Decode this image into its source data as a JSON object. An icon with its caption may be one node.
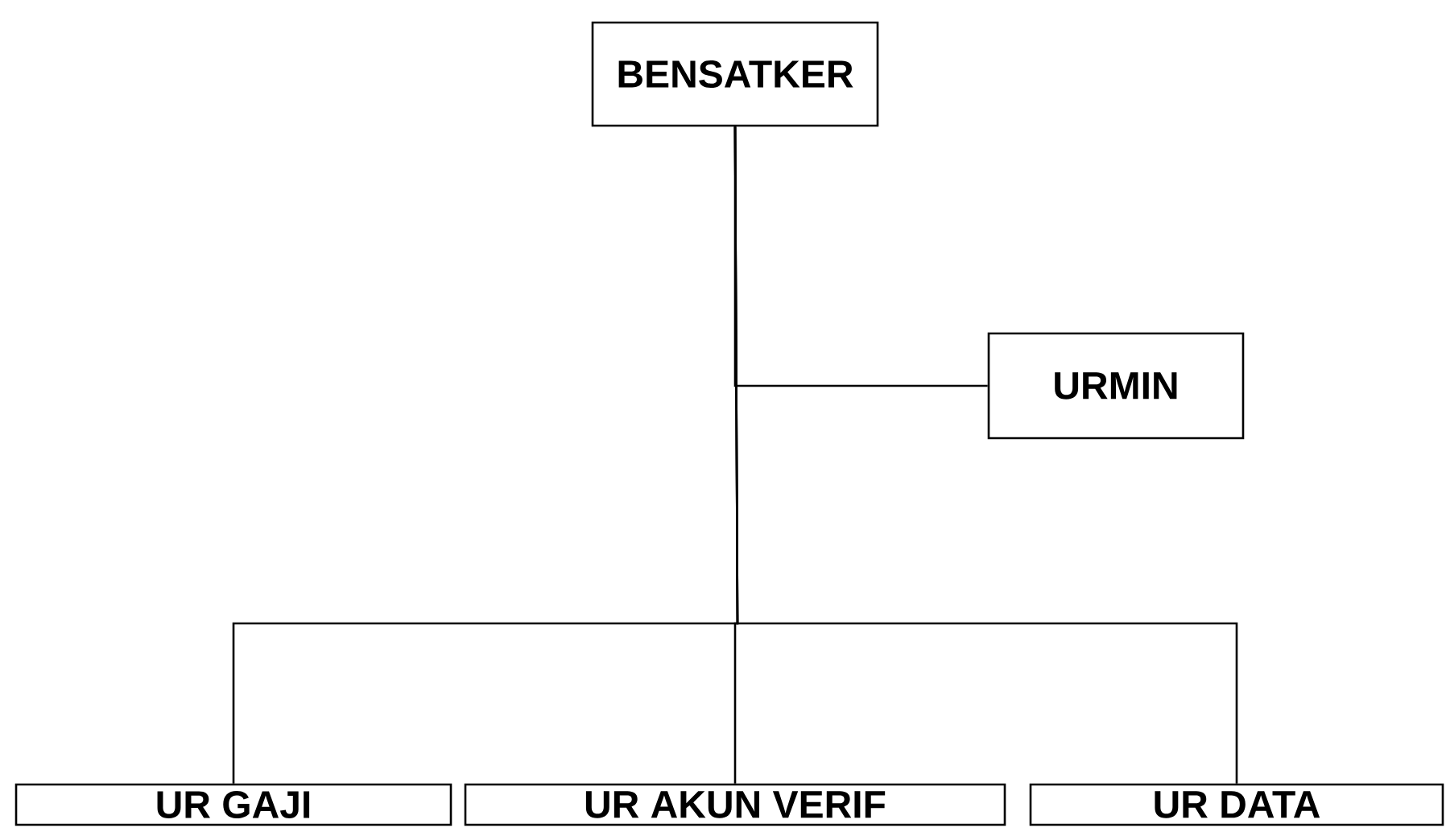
{
  "diagram": {
    "nodes": [
      {
        "text": [
          "BENSATKER"
        ]
      },
      {
        "text": [
          "URMIN"
        ]
      },
      {
        "text": [
          "UR GAJI"
        ]
      },
      {
        "text": [
          "UR AKUN VERIF"
        ]
      },
      {
        "text": [
          "UR DATA"
        ]
      }
    ],
    "edges": [
      {
        "from": 0,
        "to": 1,
        "arrow": "none"
      },
      {
        "from": 0,
        "to": 2,
        "arrow": "none"
      },
      {
        "from": 0,
        "to": 3,
        "arrow": "none"
      },
      {
        "from": 0,
        "to": 4,
        "arrow": "none"
      }
    ]
  }
}
